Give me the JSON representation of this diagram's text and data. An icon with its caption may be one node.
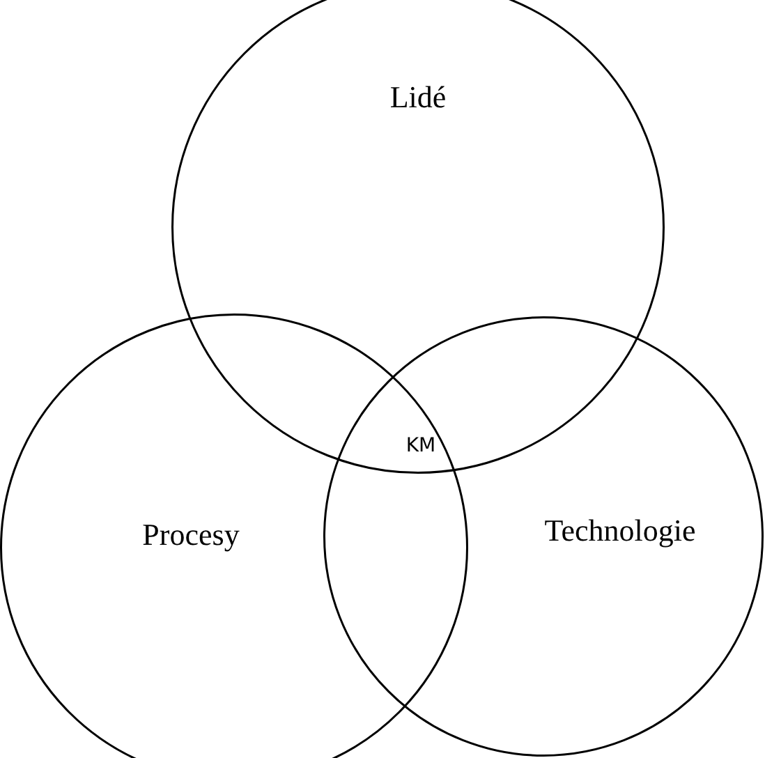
{
  "diagram": {
    "nodes": [
      {
        "text": [
          "Lidé"
        ]
      },
      {
        "text": [
          "Procesy"
        ]
      },
      {
        "text": [
          "Technologie"
        ]
      }
    ],
    "labels": [
      "KM"
    ]
  }
}
